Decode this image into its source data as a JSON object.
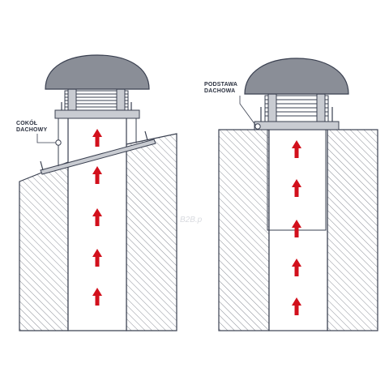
{
  "labels": {
    "left_line1": "COKÓŁ",
    "left_line2": "DACHOWY",
    "right_line1": "PODSTAWA",
    "right_line2": "DACHOWA"
  },
  "watermark": {
    "text": "B2B.p"
  },
  "colors": {
    "outline": "#3a4050",
    "dome": "#8a8e97",
    "base": "#c9ccd2",
    "arrow": "#d2101c",
    "hatch": "#8a8e97"
  },
  "icons": {
    "airflow": "up-arrow-icon",
    "fan": "roof-fan-icon"
  }
}
